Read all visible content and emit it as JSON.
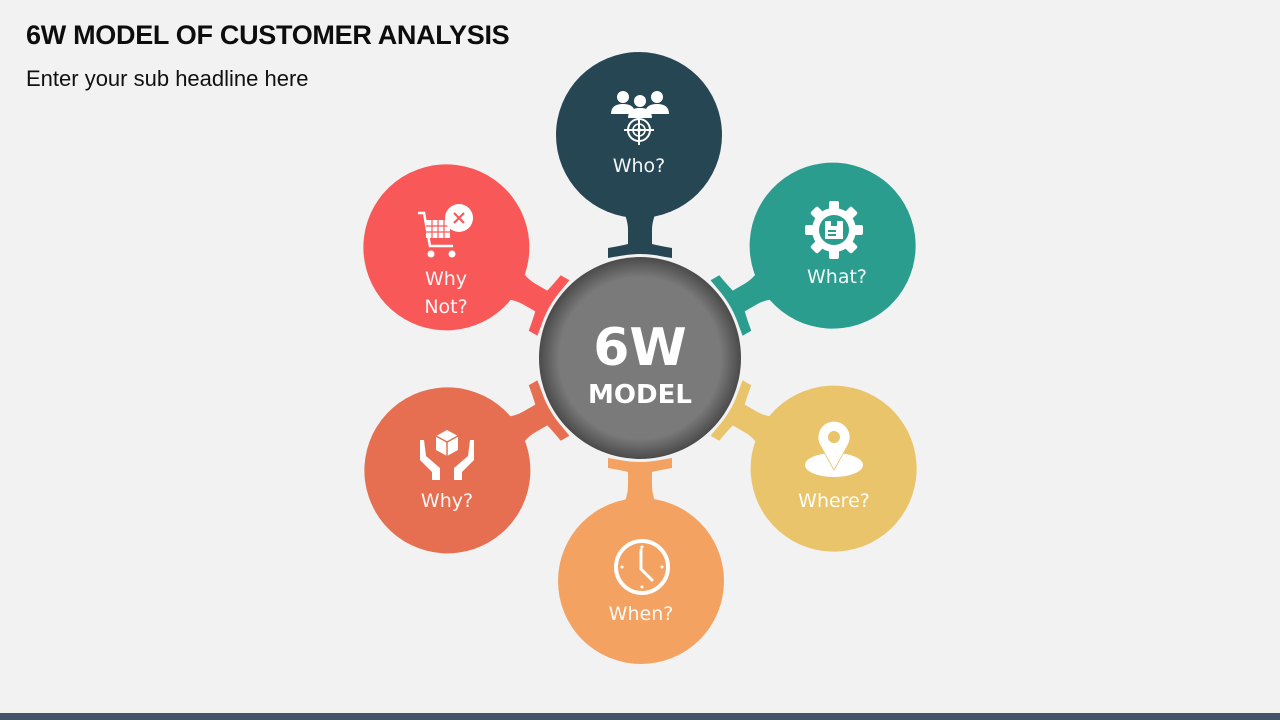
{
  "header": {
    "title": "6W MODEL OF CUSTOMER ANALYSIS",
    "subtitle": "Enter your sub headline here"
  },
  "center": {
    "line1": "6W",
    "line2": "MODEL",
    "color": "#7a7a7a"
  },
  "petals": [
    {
      "id": "who",
      "label": "Who?",
      "icon": "target-audience-icon",
      "color": "#264653"
    },
    {
      "id": "what",
      "label": "What?",
      "icon": "gear-product-icon",
      "color": "#2a9d8f"
    },
    {
      "id": "where",
      "label": "Where?",
      "icon": "location-pin-icon",
      "color": "#e9c46a"
    },
    {
      "id": "when",
      "label": "When?",
      "icon": "clock-icon",
      "color": "#f4a261"
    },
    {
      "id": "why",
      "label": "Why?",
      "icon": "hands-box-icon",
      "color": "#e76f51"
    },
    {
      "id": "why-not",
      "label_line1": "Why",
      "label_line2": "Not?",
      "icon": "cart-cancel-icon",
      "color": "#f95858"
    }
  ],
  "footer": {
    "color": "#44546a"
  }
}
